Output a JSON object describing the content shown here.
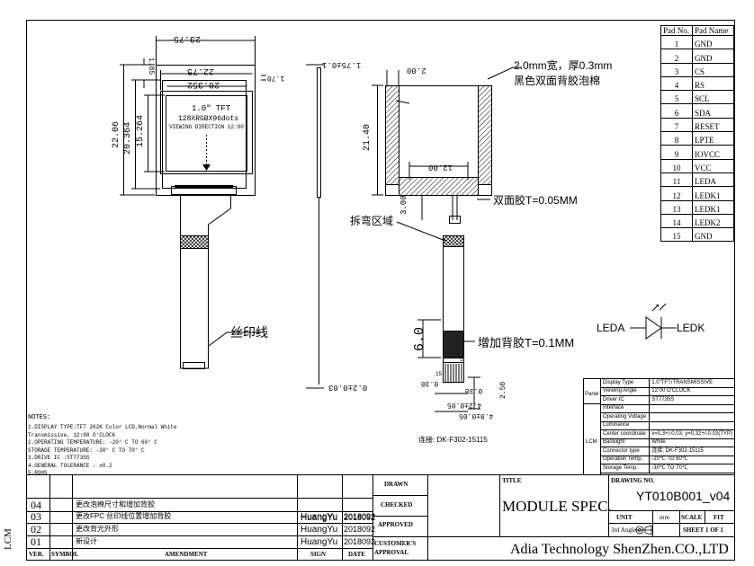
{
  "front_view": {
    "dim_outline_width": "23.75",
    "dim_va_width": "22.75",
    "dim_aa_width": "20.352",
    "dim_top_offset": "1.85",
    "dim_right_offset": "1.70",
    "dim_outline_height": "22.06",
    "dim_va_height": "20.364",
    "dim_aa_height": "15.264",
    "lcd_label_line1": "1.0\" TFT",
    "lcd_label_line2": "128XRGBX96dots",
    "lcd_label_line3": "VIEWING DIRECTION 12:00",
    "silk_label": "丝印线"
  },
  "side_view": {
    "dim_thickness": "1.75±0.1",
    "dim_bottom": "0.2±0.03"
  },
  "back_view": {
    "dim_top_gap": "2.00",
    "dim_height": "21.40",
    "dim_inner_width": "12.00",
    "dim_fold": "3.00",
    "foam_note_line1": "2.0mm宽，厚0.3mm",
    "foam_note_line2": "黑色双面背胶泡棉",
    "tape_note": "双面胶T=0.05MM",
    "bend_note": "拆弯区域",
    "stiffener_note": "增加背胶T=0.1MM",
    "dim_stiffener": "6.0",
    "dim_pin_pitch": "0.30",
    "dim_pin_width": "0.30",
    "dim_connector_width": "4.2±0.05",
    "dim_total_width": "4.8±0.05",
    "dim_tail": "2.50",
    "pin_first": "1",
    "pin_last": "15",
    "connector_label": "连接: DK-F302-15115"
  },
  "led_diagram": {
    "anode_label": "LEDA",
    "cathode_label": "LEDK"
  },
  "pad_table": {
    "headers": [
      "Pad No.",
      "Pad Name"
    ],
    "rows": [
      [
        "1",
        "GND"
      ],
      [
        "2",
        "GND"
      ],
      [
        "3",
        "CS"
      ],
      [
        "4",
        "RS"
      ],
      [
        "5",
        "SCL"
      ],
      [
        "6",
        "SDA"
      ],
      [
        "7",
        "RESET"
      ],
      [
        "8",
        "LPTE"
      ],
      [
        "9",
        "IOVCC"
      ],
      [
        "10",
        "VCC"
      ],
      [
        "11",
        "LEDA"
      ],
      [
        "12",
        "LEDK1"
      ],
      [
        "13",
        "LEDK1"
      ],
      [
        "14",
        "LEDK2"
      ],
      [
        "15",
        "GND"
      ]
    ]
  },
  "spec_table": {
    "group_panel": "Panel",
    "group_lcm": "LCM",
    "rows": [
      [
        "Display Type",
        "1.0\"TFT/TRANSMISSIVE"
      ],
      [
        "Viewing Angle",
        "12:00 O'CLOCK"
      ],
      [
        "Driver IC",
        "ST7735S"
      ],
      [
        "Interface",
        ""
      ],
      [
        "Operating Voltage",
        ""
      ],
      [
        "Luminance",
        ""
      ],
      [
        "Center coordinate",
        "x=0.3+/-0.03, y=0.32+/-0.03(TYP)"
      ],
      [
        "Backlight",
        "White"
      ],
      [
        "Connector type",
        "连接: DK-F302-15115"
      ],
      [
        "Operation Temp.",
        "-20℃ TO 60℃"
      ],
      [
        "Storage Temp.",
        "-30℃ TO 70℃"
      ]
    ]
  },
  "notes": {
    "title": "NOTES:",
    "lines": [
      "1.DISPLAY TYPE:TFT 262K Color LCD,Normal White",
      "  Transmissive, 12:00 O'CLOCK",
      "2.OPERATING TEMPERATURE: -20° C TO 60° C",
      "  STORAGE TEMPERATURE:   -30° C TO 70° C",
      "3.DRIVE IC :ST7735S",
      "4.GENERAL TOLERANCE : ±0.2",
      "5.ROHS"
    ]
  },
  "revisions": {
    "rows": [
      {
        "ver": "04",
        "desc": "更改泡棉尺寸和增加背胶",
        "sign": "",
        "date": ""
      },
      {
        "ver": "03",
        "desc": "更改FPC 丝印线位置增加背胶",
        "sign": "HuangYu",
        "date": "2018092"
      },
      {
        "ver": "02",
        "desc": "更改背光外形",
        "sign": "HuangYu",
        "date": "2018092"
      },
      {
        "ver": "01",
        "desc": "新设计",
        "sign": "HuangYu",
        "date": "2018092"
      }
    ],
    "extra_sign": "HuangYu",
    "extra_date": "2018092",
    "headers": {
      "ver": "VER.",
      "symbol": "SYMBOL",
      "amendment": "AMENDMENT",
      "sign": "SIGN",
      "date": "DATE"
    }
  },
  "title_block": {
    "drawn": "DRAWN",
    "checked": "CHECKED",
    "approved": "APPROVED",
    "customer_approval_line1": "CUSTOMER'S",
    "customer_approval_line2": "APPROVAL",
    "title_label": "TITLE",
    "title": "MODULE SPEC.",
    "drawing_no_label": "DRAWING NO.",
    "drawing_no": "YT010B001_v04",
    "unit_label": "UNIT",
    "unit": "mm",
    "scale_label": "SCALE",
    "scale": "FIT",
    "angle": "3rd Angle",
    "sheet": "SHEET 1 OF 1",
    "company": "Adia Technology ShenZhen.CO.,LTD"
  },
  "side_label": "LCM"
}
